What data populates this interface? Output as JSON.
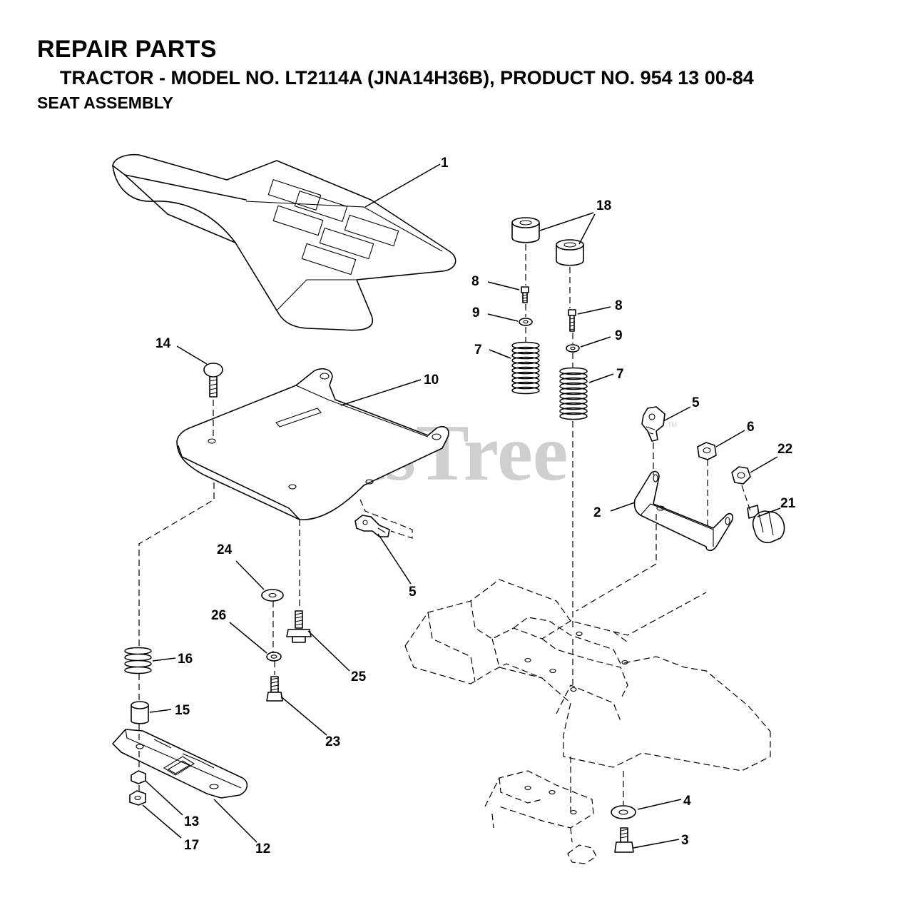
{
  "header": {
    "title": "REPAIR PARTS",
    "subtitle": "TRACTOR - MODEL NO. LT2114A (JNA14H36B), PRODUCT NO. 954 13 00-84",
    "section": "SEAT ASSEMBLY"
  },
  "watermark": {
    "text": "PartsTree",
    "mark": "TM"
  },
  "callouts": {
    "c1": "1",
    "c18": "18",
    "c8a": "8",
    "c8b": "8",
    "c9a": "9",
    "c9b": "9",
    "c7a": "7",
    "c7b": "7",
    "c14": "14",
    "c10": "10",
    "c5a": "5",
    "c5b": "5",
    "c6": "6",
    "c22": "22",
    "c2": "2",
    "c21": "21",
    "c24": "24",
    "c26": "26",
    "c25": "25",
    "c16": "16",
    "c15": "15",
    "c23": "23",
    "c4": "4",
    "c3": "3",
    "c13": "13",
    "c12": "12",
    "c17": "17"
  }
}
